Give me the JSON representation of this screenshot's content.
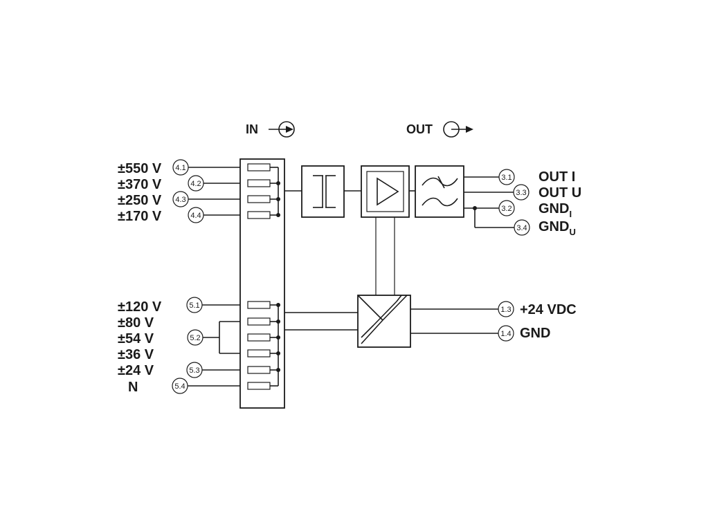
{
  "header": {
    "in_label": "IN",
    "out_label": "OUT"
  },
  "inputs_high": [
    {
      "range": "±550 V",
      "terminal": "4.1"
    },
    {
      "range": "±370 V",
      "terminal": "4.2"
    },
    {
      "range": "±250 V",
      "terminal": "4.3"
    },
    {
      "range": "±170 V",
      "terminal": "4.4"
    }
  ],
  "inputs_low": [
    {
      "range": "±120 V"
    },
    {
      "range": "±80 V"
    },
    {
      "range": "±54 V"
    },
    {
      "range": "±36 V"
    },
    {
      "range": "±24 V"
    },
    {
      "range": "N"
    }
  ],
  "low_terminals": [
    "5.1",
    "5.2",
    "5.3",
    "5.4"
  ],
  "outputs": [
    {
      "terminal": "3.1",
      "label": "OUT I",
      "sub": ""
    },
    {
      "terminal": "3.3",
      "label": "OUT U",
      "sub": ""
    },
    {
      "terminal": "3.2",
      "label": "GND",
      "sub": "I"
    },
    {
      "terminal": "3.4",
      "label": "GND",
      "sub": "U"
    }
  ],
  "supply": [
    {
      "terminal": "1.3",
      "label": "+24 VDC"
    },
    {
      "terminal": "1.4",
      "label": "GND"
    }
  ]
}
